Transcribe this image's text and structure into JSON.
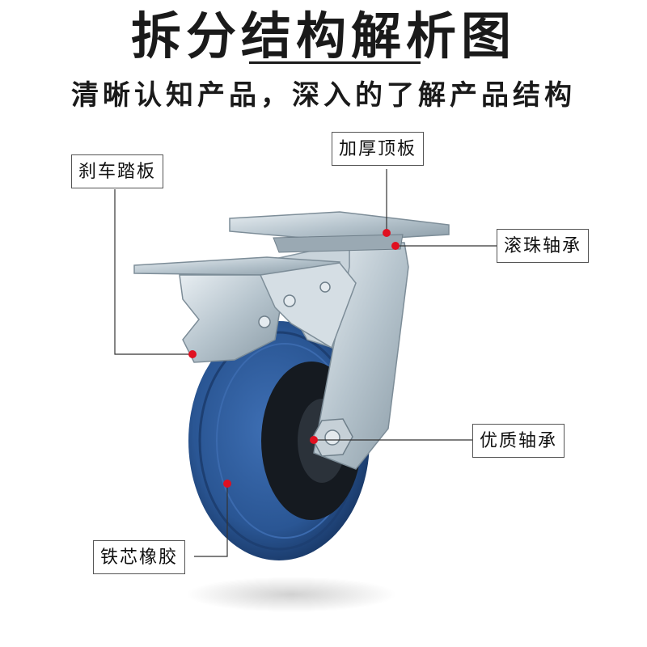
{
  "header": {
    "title": "拆分结构解析图",
    "subtitle": "清晰认知产品，深入的了解产品结构"
  },
  "callouts": {
    "top_plate": "加厚顶板",
    "brake_pedal": "刹车踏板",
    "ball_bearing": "滚珠轴承",
    "quality_bearing": "优质轴承",
    "iron_core_rubber": "铁芯橡胶"
  },
  "colors": {
    "dot": "#e01020",
    "wheel": "#2b5a9a",
    "bracket": "#b9c6cf"
  }
}
